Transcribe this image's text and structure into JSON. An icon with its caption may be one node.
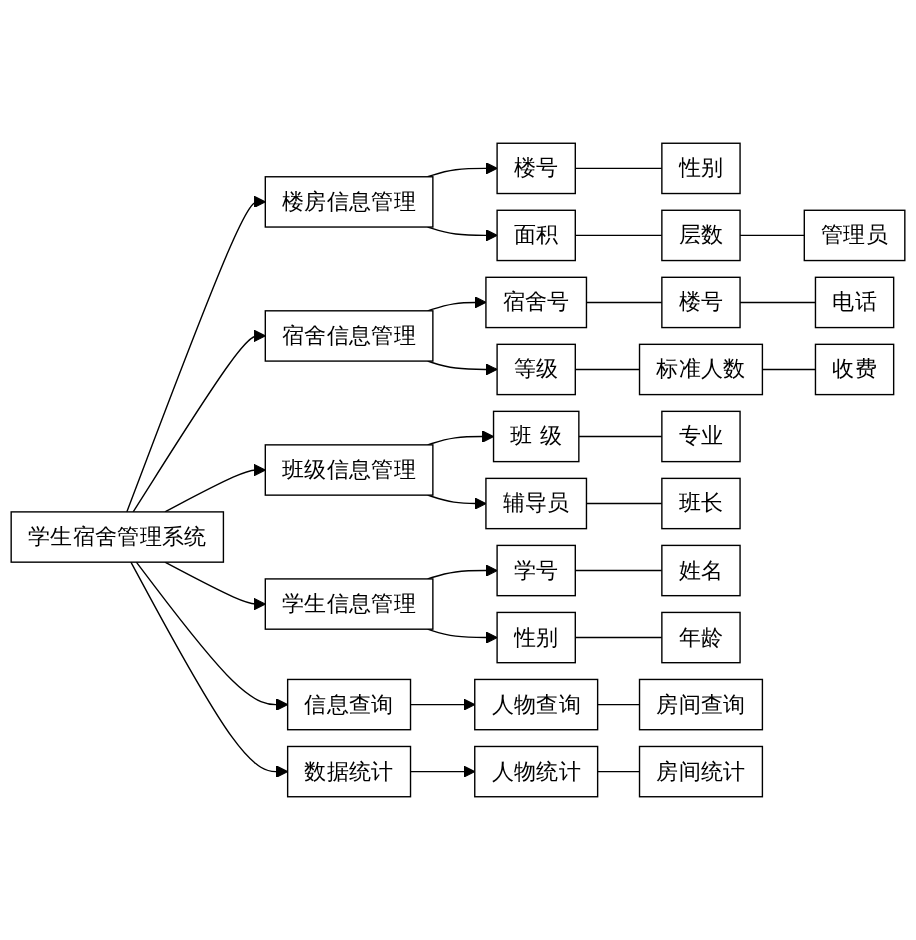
{
  "diagram": {
    "nodes": [
      {
        "text": [
          "学生宿舍管理系统"
        ]
      },
      {
        "text": [
          "楼房信息管理"
        ]
      },
      {
        "text": [
          "楼号"
        ]
      },
      {
        "text": [
          "性别"
        ]
      },
      {
        "text": [
          "面积"
        ]
      },
      {
        "text": [
          "层数"
        ]
      },
      {
        "text": [
          "管理员"
        ]
      },
      {
        "text": [
          "宿舍信息管理"
        ]
      },
      {
        "text": [
          "宿舍号"
        ]
      },
      {
        "text": [
          "楼号"
        ]
      },
      {
        "text": [
          "电话"
        ]
      },
      {
        "text": [
          "等级"
        ]
      },
      {
        "text": [
          "标准人数"
        ]
      },
      {
        "text": [
          "收费"
        ]
      },
      {
        "text": [
          "班级信息管理"
        ]
      },
      {
        "text": [
          "班 级"
        ]
      },
      {
        "text": [
          "专业"
        ]
      },
      {
        "text": [
          "辅导员"
        ]
      },
      {
        "text": [
          "班长"
        ]
      },
      {
        "text": [
          "学生信息管理"
        ]
      },
      {
        "text": [
          "学号"
        ]
      },
      {
        "text": [
          "姓名"
        ]
      },
      {
        "text": [
          "性别"
        ]
      },
      {
        "text": [
          "年龄"
        ]
      },
      {
        "text": [
          "信息查询"
        ]
      },
      {
        "text": [
          "人物查询"
        ]
      },
      {
        "text": [
          "房间查询"
        ]
      },
      {
        "text": [
          "数据统计"
        ]
      },
      {
        "text": [
          "人物统计"
        ]
      },
      {
        "text": [
          "房间统计"
        ]
      }
    ],
    "edges": [
      {
        "from": 0,
        "to": 1,
        "arrow": "to"
      },
      {
        "from": 0,
        "to": 7,
        "arrow": "to"
      },
      {
        "from": 0,
        "to": 14,
        "arrow": "to"
      },
      {
        "from": 0,
        "to": 19,
        "arrow": "to"
      },
      {
        "from": 0,
        "to": 24,
        "arrow": "to"
      },
      {
        "from": 0,
        "to": 27,
        "arrow": "to"
      },
      {
        "from": 1,
        "to": 2,
        "arrow": "to"
      },
      {
        "from": 1,
        "to": 4,
        "arrow": "to"
      },
      {
        "from": 2,
        "to": 3,
        "arrow": "none"
      },
      {
        "from": 4,
        "to": 5,
        "arrow": "none"
      },
      {
        "from": 5,
        "to": 6,
        "arrow": "none"
      },
      {
        "from": 7,
        "to": 8,
        "arrow": "to"
      },
      {
        "from": 7,
        "to": 11,
        "arrow": "to"
      },
      {
        "from": 8,
        "to": 9,
        "arrow": "none"
      },
      {
        "from": 9,
        "to": 10,
        "arrow": "none"
      },
      {
        "from": 11,
        "to": 12,
        "arrow": "none"
      },
      {
        "from": 12,
        "to": 13,
        "arrow": "none"
      },
      {
        "from": 14,
        "to": 15,
        "arrow": "to"
      },
      {
        "from": 14,
        "to": 17,
        "arrow": "to"
      },
      {
        "from": 15,
        "to": 16,
        "arrow": "none"
      },
      {
        "from": 17,
        "to": 18,
        "arrow": "none"
      },
      {
        "from": 19,
        "to": 20,
        "arrow": "to"
      },
      {
        "from": 19,
        "to": 22,
        "arrow": "to"
      },
      {
        "from": 20,
        "to": 21,
        "arrow": "none"
      },
      {
        "from": 22,
        "to": 23,
        "arrow": "none"
      },
      {
        "from": 24,
        "to": 25,
        "arrow": "to"
      },
      {
        "from": 25,
        "to": 26,
        "arrow": "none"
      },
      {
        "from": 27,
        "to": 28,
        "arrow": "to"
      },
      {
        "from": 28,
        "to": 29,
        "arrow": "none"
      }
    ]
  }
}
